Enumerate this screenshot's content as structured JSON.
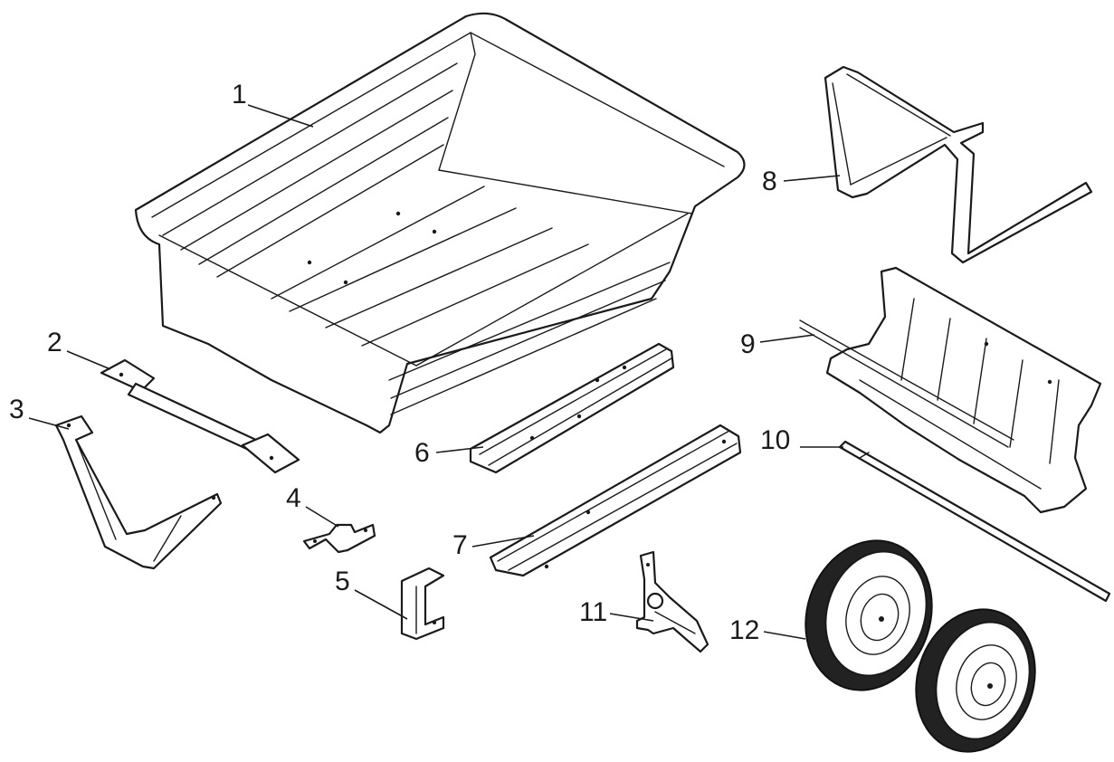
{
  "diagram": {
    "callouts": [
      {
        "id": "p1",
        "label": "1"
      },
      {
        "id": "p2",
        "label": "2"
      },
      {
        "id": "p3",
        "label": "3"
      },
      {
        "id": "p4",
        "label": "4"
      },
      {
        "id": "p5",
        "label": "5"
      },
      {
        "id": "p6",
        "label": "6"
      },
      {
        "id": "p7",
        "label": "7"
      },
      {
        "id": "p8",
        "label": "8"
      },
      {
        "id": "p9",
        "label": "9"
      },
      {
        "id": "p10",
        "label": "10"
      },
      {
        "id": "p11",
        "label": "11"
      },
      {
        "id": "p12",
        "label": "12"
      }
    ],
    "line_color": "#1a1a1a",
    "tire_color": "#222222"
  }
}
